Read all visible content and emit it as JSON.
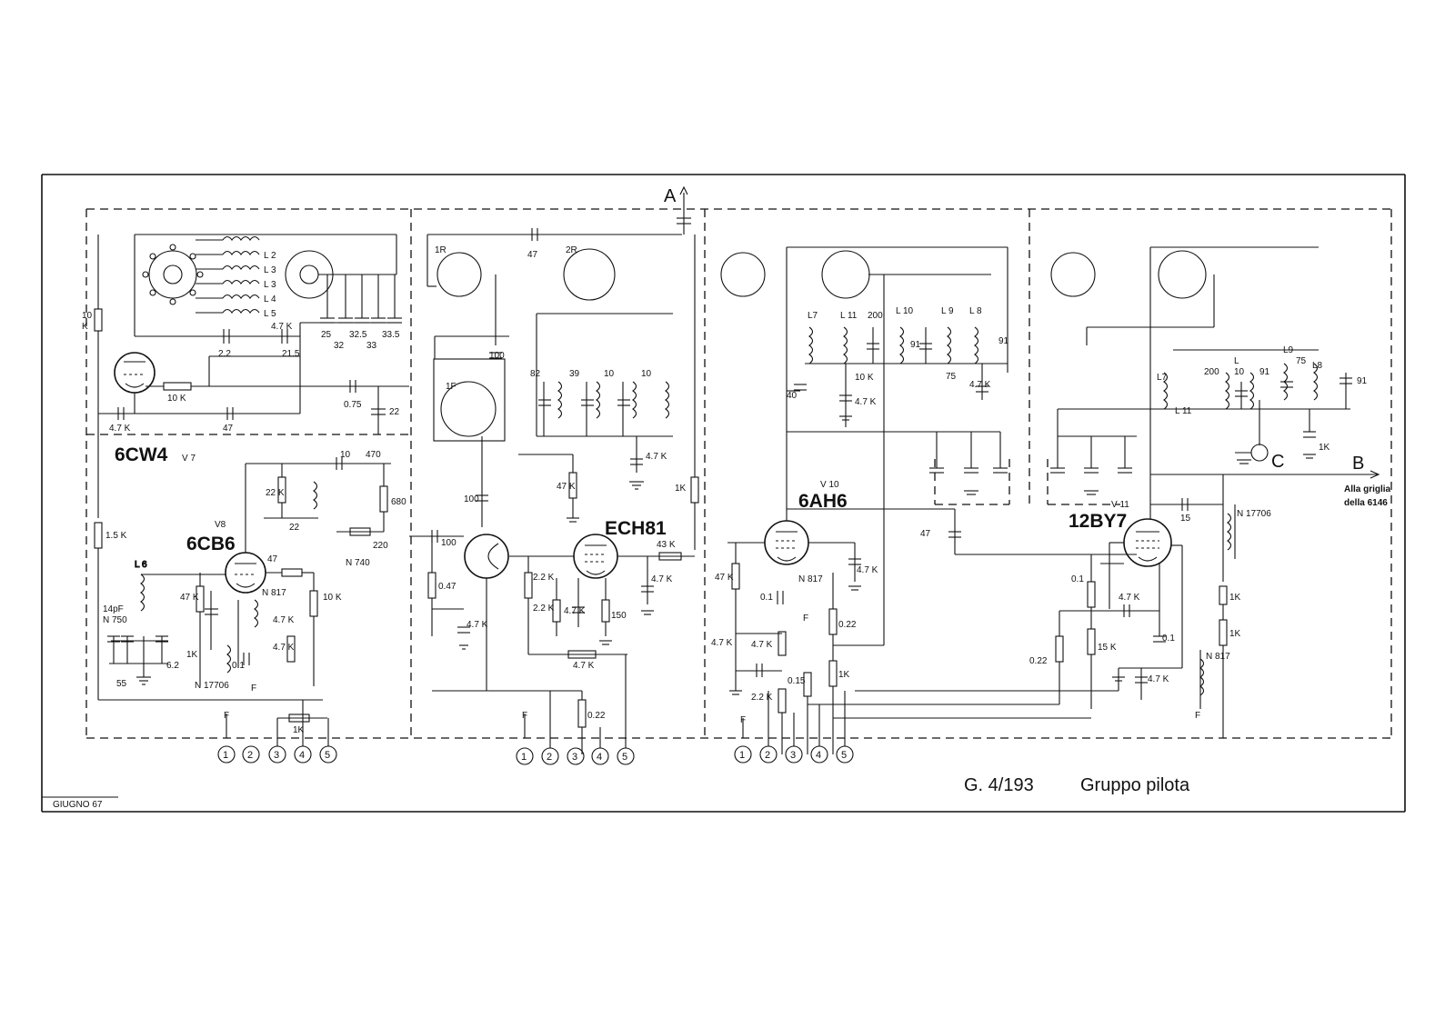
{
  "sheet": {
    "title_code": "G. 4/193",
    "title_name": "Gruppo pilota",
    "date": "GIUGNO 67",
    "note_b_line1": "Alla griglia",
    "note_b_line2": "della 6146"
  },
  "tubes": {
    "v7_type": "6CW4",
    "v7_ref": "V 7",
    "v8_type": "6CB6",
    "v8_ref": "V8",
    "v9_type": "ECH81",
    "v10_type": "6AH6",
    "v10_ref": "V 10",
    "v11_type": "12BY7",
    "v11_ref": "V 11"
  },
  "terminals": {
    "group1": [
      "1",
      "2",
      "3",
      "4",
      "5"
    ],
    "group2": [
      "1",
      "2",
      "3",
      "4",
      "5"
    ],
    "group3": [
      "1",
      "2",
      "3",
      "4",
      "5"
    ]
  },
  "outputs": {
    "a": "A",
    "b": "B",
    "c": "C",
    "f": "F"
  },
  "switches": {
    "s1r": "1R",
    "s2r": "2R",
    "s1f": "1F"
  },
  "coils": {
    "v7": [
      "L 2",
      "L 3",
      "L 3",
      "L 4",
      "L 5"
    ],
    "v10": [
      "L7",
      "L 11",
      "L 10",
      "L 9",
      "L 8"
    ],
    "v11": [
      "L7",
      "L 11",
      "L",
      "L9",
      "L8"
    ],
    "v8": "L 6"
  },
  "values": {
    "v7": {
      "r1": "10",
      "r1u": "K",
      "c_grid": "2.2",
      "c1": "4.7 K",
      "c2": "21.5",
      "t1": "25",
      "t2": "32",
      "t3": "32.5",
      "t4": "33",
      "t5": "33.5",
      "r_cath": "10 K",
      "c_k": "4.7 K",
      "c47": "47",
      "c075": "0.75",
      "c22": "22"
    },
    "v8": {
      "r15k": "1.5 K",
      "r22k": "22 K",
      "c22": "22",
      "c10": "10",
      "c470": "470",
      "r680": "680",
      "c220": "220",
      "n740": "N 740",
      "r47": "47",
      "r47k_a": "47 K",
      "r10k": "10 K",
      "c14pf": "14pF",
      "n750": "N 750",
      "r47k_b": "4.7 K",
      "r47k_c": "4.7 K",
      "r1k": "1K",
      "c55": "55",
      "c01": "0.1",
      "n817": "N 817",
      "n17706": "N 17706",
      "f": "F",
      "c62": "6.2",
      "r1k_b": "1K"
    },
    "v9": {
      "c47pf": "47",
      "c100a": "100",
      "c82": "82",
      "c39": "39",
      "c10a": "10",
      "c10b": "10",
      "c47k": "4.7 K",
      "c100b": "100",
      "r47k": "47 K",
      "r1k": "1K",
      "c100c": "100",
      "r047": "0.47",
      "c47kb": "4.7 K",
      "r22k": "2.2 K",
      "r22k_b": "2.2 K",
      "r47k_c": "4.7 K",
      "r150": "150",
      "r47k_d": "4.7 K",
      "r43k": "43 K",
      "c47k_e": "4.7 K",
      "r47k_f": "4.7 K",
      "r022": "0.22"
    },
    "v10": {
      "c200": "200",
      "c91a": "91",
      "c91b": "91",
      "c75": "75",
      "r10k": "10 K",
      "c40": "40",
      "c47k": "4.7 K",
      "c47k_b": "4.7 K",
      "r47k": "47 K",
      "c01": "0.1",
      "n817": "N 817",
      "c47k_c": "4.7 K",
      "r022": "0.22",
      "r47k_d": "4.7 K",
      "c47k_e": "4.7 K",
      "c015": "0.15",
      "r22k": "2.2 K",
      "r1k": "1K",
      "c47": "47",
      "f": "F"
    },
    "v11": {
      "c200": "200",
      "c10": "10",
      "c91a": "91",
      "c75": "75",
      "c91b": "91",
      "r1k": "1K",
      "c15": "15",
      "n17706": "N 17706",
      "r01": "0.1",
      "c47k": "4.7 K",
      "r15k": "15 K",
      "c01": "0.1",
      "r022": "0.22",
      "c47k_b": "4.7 K",
      "r1k_b": "1K",
      "r1k_c": "1K",
      "n817": "N 817",
      "f": "F"
    }
  }
}
